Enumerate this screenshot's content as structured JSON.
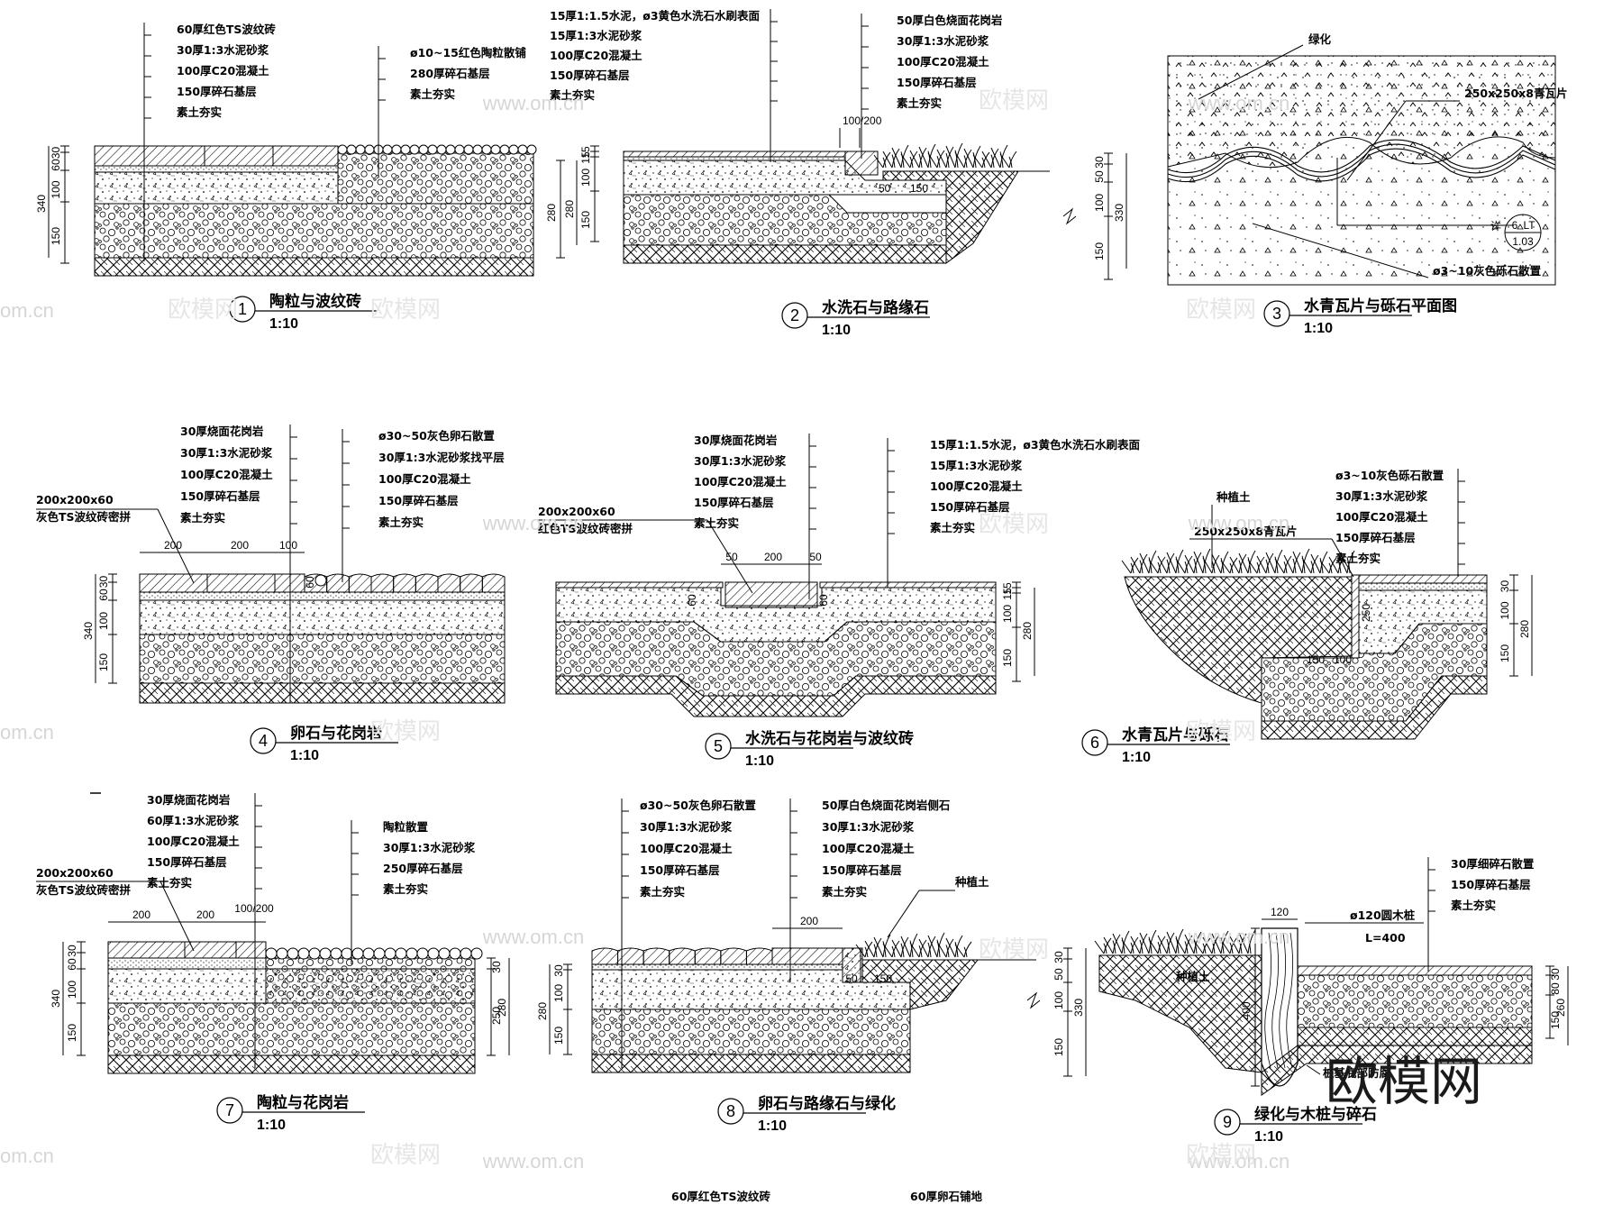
{
  "watermarks": {
    "url": "www.om.cn",
    "brand": "欧模网",
    "edge_left": "om.cn",
    "logo": "欧模网"
  },
  "footer": {
    "left": "60厚红色TS波纹砖",
    "right": "60厚卵石铺地"
  },
  "details": [
    {
      "number": "1",
      "title": "陶粒与波纹砖",
      "scale": "1:10",
      "labels_left": [
        "60厚红色TS波纹砖",
        "30厚1:3水泥砂浆",
        "100厚C20混凝土",
        "150厚碎石基层",
        "素土夯实"
      ],
      "labels_right": [
        "ø10~15红色陶粒散铺",
        "280厚碎石基层",
        "素土夯实"
      ],
      "dims_left": [
        "30",
        "60",
        "100",
        "150",
        "340"
      ],
      "dims_right": [
        "280"
      ]
    },
    {
      "number": "2",
      "title": "水洗石与路缘石",
      "scale": "1:10",
      "labels_left": [
        "15厚1:1.5水泥，ø3黄色水洗石水刷表面",
        "15厚1:3水泥砂浆",
        "100厚C20混凝土",
        "150厚碎石基层",
        "素土夯实"
      ],
      "labels_right": [
        "50厚白色烧面花岗岩",
        "30厚1:3水泥砂浆",
        "100厚C20混凝土",
        "150厚碎石基层",
        "素土夯实"
      ],
      "dims_left": [
        "15",
        "15",
        "100",
        "150",
        "280"
      ],
      "dims_right": [
        "30",
        "50",
        "100",
        "150",
        "330"
      ],
      "dims_top": [
        "100/200"
      ],
      "dims_inner": [
        "50",
        "150"
      ]
    },
    {
      "number": "3",
      "title": "水青瓦片与砾石平面图",
      "scale": "1:10",
      "labels": [
        "绿化",
        "250x250x8青瓦片",
        "ø3~10灰色砾石散置"
      ],
      "ref": {
        "label": "详",
        "top": "6",
        "mid": "LT",
        "bottom": "1.03"
      }
    },
    {
      "number": "4",
      "title": "卵石与花岗岩",
      "scale": "1:10",
      "labels_left": [
        "30厚烧面花岗岩",
        "30厚1:3水泥砂浆",
        "100厚C20混凝土",
        "150厚碎石基层",
        "素土夯实"
      ],
      "labels_right": [
        "ø30~50灰色卵石散置",
        "30厚1:3水泥砂浆找平层",
        "100厚C20混凝土",
        "150厚碎石基层",
        "素土夯实"
      ],
      "callout": [
        "200x200x60",
        "灰色TS波纹砖密拼"
      ],
      "dims_top": [
        "200",
        "200",
        "100"
      ],
      "dims_left": [
        "30",
        "60",
        "100",
        "150",
        "340"
      ],
      "dims_inner": [
        "60"
      ]
    },
    {
      "number": "5",
      "title": "水洗石与花岗岩与波纹砖",
      "scale": "1:10",
      "labels_left": [
        "30厚烧面花岗岩",
        "30厚1:3水泥砂浆",
        "100厚C20混凝土",
        "150厚碎石基层",
        "素土夯实"
      ],
      "labels_right": [
        "15厚1:1.5水泥，ø3黄色水洗石水刷表面",
        "15厚1:3水泥砂浆",
        "100厚C20混凝土",
        "150厚碎石基层",
        "素土夯实"
      ],
      "callout": [
        "200x200x60",
        "红色TS波纹砖密拼"
      ],
      "dims_top": [
        "50",
        "200",
        "50"
      ],
      "dims_right": [
        "15",
        "15",
        "100",
        "150",
        "280"
      ],
      "dims_inner": [
        "60",
        "60"
      ]
    },
    {
      "number": "6",
      "title": "水青瓦片与砾石",
      "scale": "1:10",
      "labels_right": [
        "ø3~10灰色砾石散置",
        "30厚1:3水泥砂浆",
        "100厚C20混凝土",
        "150厚碎石基层",
        "素土夯实"
      ],
      "labels_left": [
        "种植土",
        "250x250x8青瓦片"
      ],
      "dims_right": [
        "30",
        "100",
        "150",
        "280"
      ],
      "dims_inner": [
        "250",
        "150",
        "100"
      ]
    },
    {
      "number": "7",
      "title": "陶粒与花岗岩",
      "scale": "1:10",
      "labels_left": [
        "30厚烧面花岗岩",
        "60厚1:3水泥砂浆",
        "100厚C20混凝土",
        "150厚碎石基层",
        "素土夯实"
      ],
      "labels_right": [
        "陶粒散置",
        "30厚1:3水泥砂浆",
        "250厚碎石基层",
        "素土夯实"
      ],
      "callout": [
        "200x200x60",
        "灰色TS波纹砖密拼"
      ],
      "dims_top": [
        "200",
        "200",
        "100/200"
      ],
      "dims_left": [
        "30",
        "60",
        "100",
        "150",
        "340"
      ],
      "dims_right": [
        "30",
        "250",
        "280"
      ]
    },
    {
      "number": "8",
      "title": "卵石与路缘石与绿化",
      "scale": "1:10",
      "labels_left": [
        "ø30~50灰色卵石散置",
        "30厚1:3水泥砂浆",
        "100厚C20混凝土",
        "150厚碎石基层",
        "素土夯实"
      ],
      "labels_right": [
        "50厚白色烧面花岗岩侧石",
        "30厚1:3水泥砂浆",
        "100厚C20混凝土",
        "150厚碎石基层",
        "素土夯实"
      ],
      "label_plant": "种植土",
      "dims_top": [
        "200"
      ],
      "dims_left": [
        "30",
        "100",
        "150",
        "280"
      ],
      "dims_right": [
        "30",
        "50",
        "100",
        "150",
        "330"
      ],
      "dims_inner": [
        "50",
        "150"
      ]
    },
    {
      "number": "9",
      "title": "绿化与木桩与碎石",
      "scale": "1:10",
      "labels_right": [
        "30厚细碎石散置",
        "150厚碎石基层",
        "素土夯实"
      ],
      "labels_pile": [
        "ø120圆木桩",
        "L=400"
      ],
      "label_soil": "种植土",
      "label_bottom": "桩基底部防腐",
      "dims_top": [
        "120"
      ],
      "dims_left": [
        "400"
      ],
      "dims_right": [
        "30",
        "80",
        "150",
        "260"
      ]
    }
  ]
}
